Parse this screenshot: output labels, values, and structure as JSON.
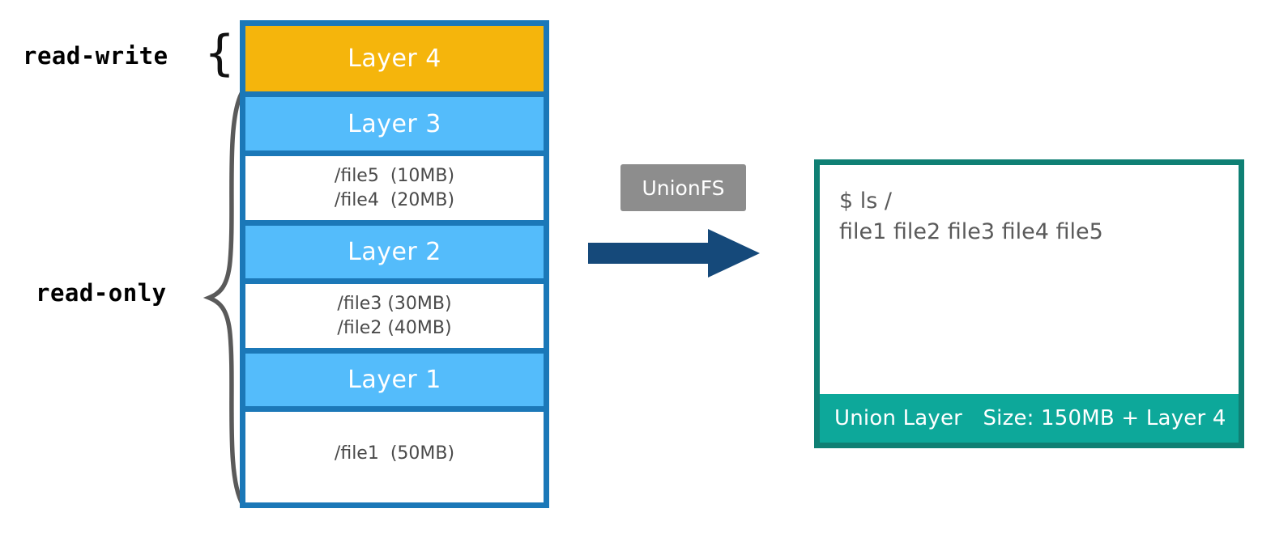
{
  "labels": {
    "read_write": "read-write",
    "read_only": "read-only",
    "brace_glyph": "{"
  },
  "stack": {
    "rows": [
      {
        "kind": "title",
        "text": "Layer 4",
        "fill": "#f5b50c",
        "access": "read-write"
      },
      {
        "kind": "title",
        "text": "Layer 3",
        "fill": "#54bcfb",
        "access": "read-only"
      },
      {
        "kind": "files",
        "lines": [
          "/file5  (10MB)",
          "/file4  (20MB)"
        ],
        "fill": "#ffffff"
      },
      {
        "kind": "title",
        "text": "Layer 2",
        "fill": "#54bcfb",
        "access": "read-only"
      },
      {
        "kind": "files",
        "lines": [
          "/file3 (30MB)",
          "/file2 (40MB)"
        ],
        "fill": "#ffffff"
      },
      {
        "kind": "title",
        "text": "Layer 1",
        "fill": "#54bcfb",
        "access": "read-only"
      },
      {
        "kind": "files",
        "lines": [
          "/file1  (50MB)"
        ],
        "fill": "#ffffff"
      }
    ],
    "border_color": "#1b78b8"
  },
  "middle": {
    "tag_label": "UnionFS",
    "tag_bg": "#8d8d8d",
    "arrow_color": "#15497a",
    "arrow_icon": "arrow-right-icon"
  },
  "union_panel": {
    "terminal": {
      "prompt_line": "$ ls /",
      "output_line": "file1 file2 file3 file4 file5"
    },
    "footer": {
      "name": "Union Layer",
      "size": "Size: 150MB + Layer 4",
      "text": "Union Layer   Size: 150MB + Layer 4"
    },
    "border_color": "#0f8074",
    "footer_bg": "#0da89a"
  }
}
